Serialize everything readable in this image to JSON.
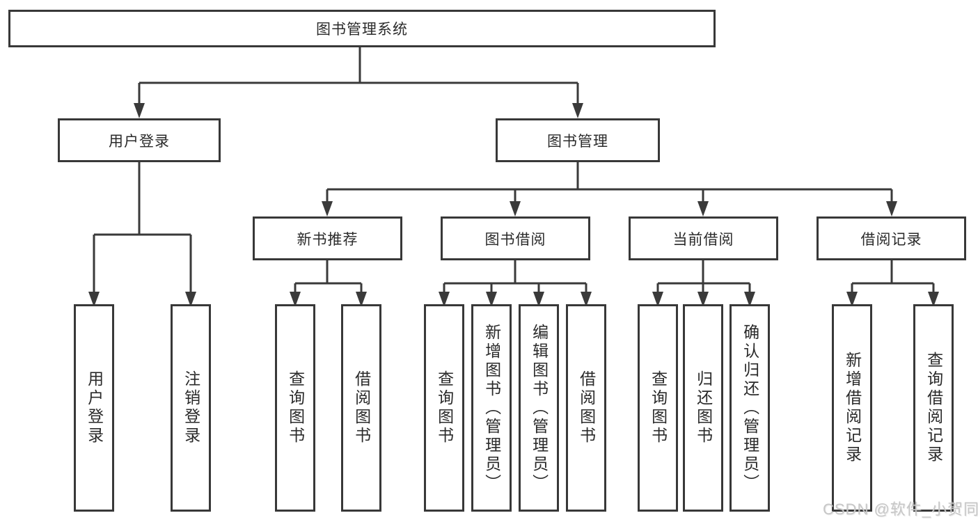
{
  "page": {
    "background": "#ffffff"
  },
  "colors": {
    "line": "#3a3a3a",
    "box_border": "#383838",
    "text": "#2a2a2a",
    "watermark": "#c7c7c7"
  },
  "diagram": {
    "root": {
      "label": "图书管理系统"
    },
    "level2": {
      "user_login": {
        "label": "用户登录"
      },
      "book_mgmt": {
        "label": "图书管理"
      }
    },
    "level3": {
      "new_books": {
        "label": "新书推荐"
      },
      "book_borrow": {
        "label": "图书借阅"
      },
      "current_borrow": {
        "label": "当前借阅"
      },
      "borrow_records": {
        "label": "借阅记录"
      }
    },
    "leaves": {
      "user_login_a": {
        "label": "用户登录"
      },
      "user_login_b": {
        "label": "注销登录"
      },
      "new_books_a": {
        "label": "查询图书"
      },
      "new_books_b": {
        "label": "借阅图书"
      },
      "book_borrow_a": {
        "label": "查询图书"
      },
      "book_borrow_b": {
        "label": "新增图书（管理员）"
      },
      "book_borrow_c": {
        "label": "编辑图书（管理员）"
      },
      "book_borrow_d": {
        "label": "借阅图书"
      },
      "current_borrow_a": {
        "label": "查询图书"
      },
      "current_borrow_b": {
        "label": "归还图书"
      },
      "current_borrow_c": {
        "label": "确认归还（管理员）"
      },
      "borrow_records_a": {
        "label": "新增借阅记录"
      },
      "borrow_records_b": {
        "label": "查询借阅记录"
      }
    }
  },
  "watermark": {
    "text": "CSDN @软件_小贺同学"
  }
}
